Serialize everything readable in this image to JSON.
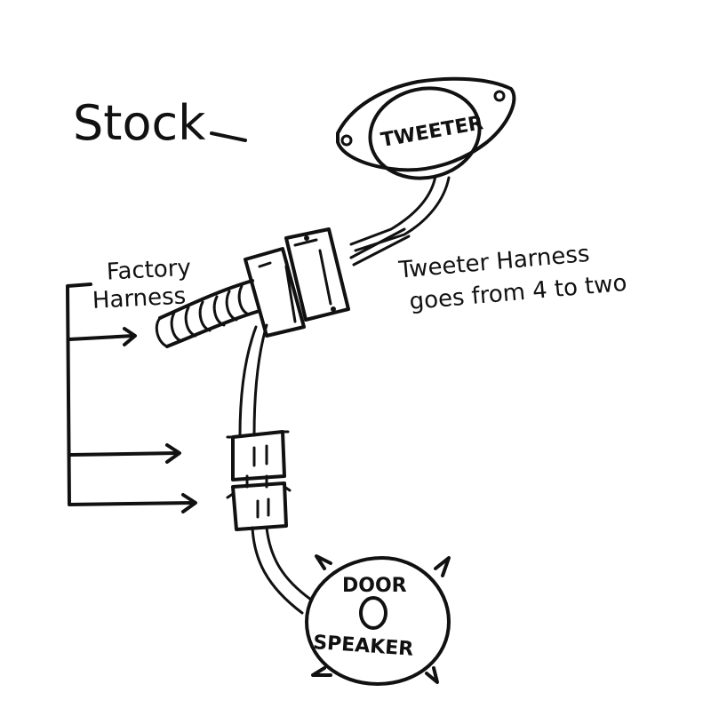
{
  "title": "Stock",
  "labels": {
    "tweeter": "TWEETER",
    "factory_line1": "Factory",
    "factory_line2": "Harness",
    "tweeter_harness_line1": "Tweeter Harness",
    "tweeter_harness_line2": "goes from 4 to two",
    "door": "DOOR",
    "speaker": "SPEAKER"
  }
}
